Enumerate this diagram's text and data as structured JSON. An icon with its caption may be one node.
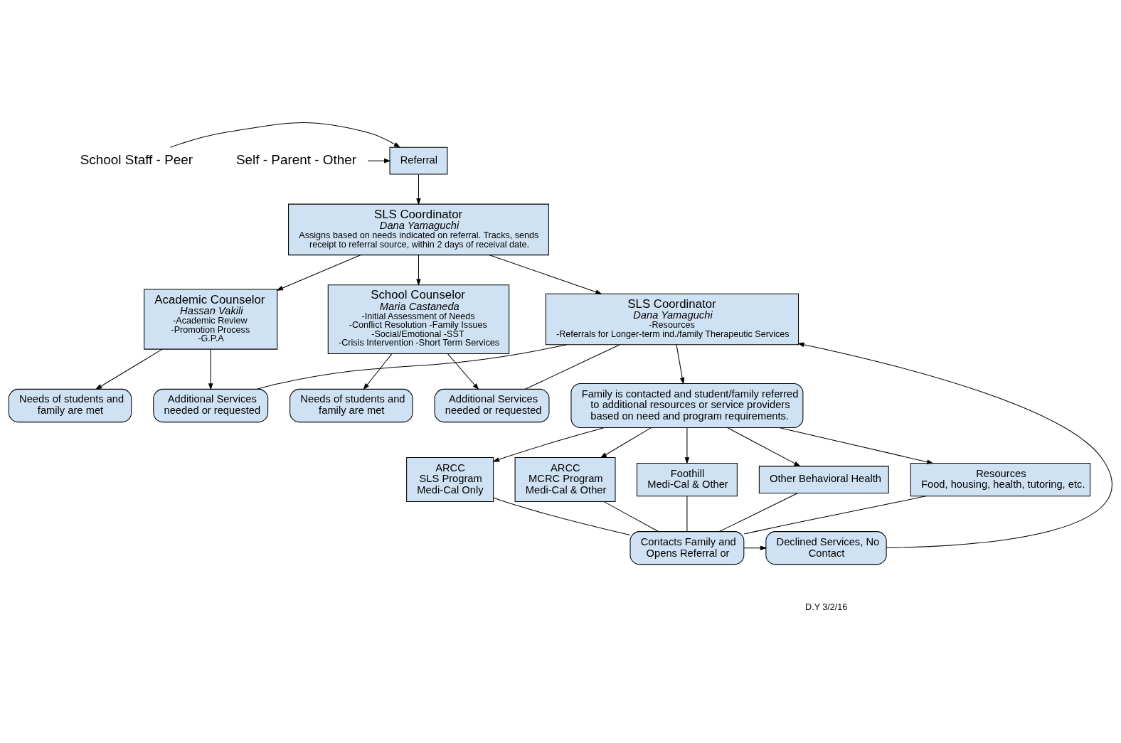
{
  "diagram": {
    "nodes": [
      {
        "text": [
          "School Staff - Peer"
        ]
      },
      {
        "text": [
          "Referral"
        ]
      },
      {
        "text": [
          "Self - Parent - Other"
        ]
      },
      {
        "text": [
          "SLS Coordinator",
          "Dana Yamaguchi",
          "Assigns based on needs indicated on referral. Tracks, sends receipt to referral source, within 2 days of receival date."
        ]
      },
      {
        "text": [
          "Academic Counselor",
          "Hassan Vakili",
          "-Academic Review",
          "-Promotion Process",
          "-G.P.A"
        ]
      },
      {
        "text": [
          "School Counselor",
          "Maria Castaneda",
          "-Initial Assessment of Needs",
          "-Conflict Resolution -Family Issues",
          "-Social/Emotional -SST",
          "-Crisis Intervention -Short Term Services"
        ]
      },
      {
        "text": [
          "SLS Coordinator",
          "Dana Yamaguchi",
          "-Resources",
          "-Referrals for Longer-term ind./family Therapeutic Services"
        ]
      },
      {
        "text": [
          "Needs of students and family are met"
        ]
      },
      {
        "text": [
          "Additional Services needed or requested"
        ]
      },
      {
        "text": [
          "Needs of students and family are met"
        ]
      },
      {
        "text": [
          "Additional Services needed or requested"
        ]
      },
      {
        "text": [
          "Family is contacted and student/family referred to additional resources or service providers based on need and program requirements."
        ]
      },
      {
        "text": [
          "ARCC",
          "SLS Program",
          "Medi-Cal Only"
        ]
      },
      {
        "text": [
          "ARCC",
          "MCRC Program",
          "Medi-Cal & Other"
        ]
      },
      {
        "text": [
          "Foothill",
          "Medi-Cal & Other"
        ]
      },
      {
        "text": [
          "Other Behavioral Health"
        ]
      },
      {
        "text": [
          "Resources",
          "Food, housing, health, tutoring, etc."
        ]
      },
      {
        "text": [
          "Contacts Family and Opens Referral or"
        ]
      },
      {
        "text": [
          "Declined Services, No Contact"
        ]
      }
    ],
    "edges": [
      {
        "from": 0,
        "to": 1,
        "arrow": "to"
      },
      {
        "from": 2,
        "to": 1,
        "arrow": "to"
      },
      {
        "from": 1,
        "to": 3,
        "arrow": "to"
      },
      {
        "from": 3,
        "to": 4,
        "arrow": "to"
      },
      {
        "from": 3,
        "to": 5,
        "arrow": "to"
      },
      {
        "from": 3,
        "to": 6,
        "arrow": "to"
      },
      {
        "from": 4,
        "to": 7,
        "arrow": "to"
      },
      {
        "from": 4,
        "to": 8,
        "arrow": "to"
      },
      {
        "from": 5,
        "to": 9,
        "arrow": "to"
      },
      {
        "from": 5,
        "to": 10,
        "arrow": "to"
      },
      {
        "from": 8,
        "to": 6,
        "arrow": "none"
      },
      {
        "from": 10,
        "to": 6,
        "arrow": "none"
      },
      {
        "from": 6,
        "to": 11,
        "arrow": "to"
      },
      {
        "from": 11,
        "to": 12,
        "arrow": "to"
      },
      {
        "from": 11,
        "to": 13,
        "arrow": "to"
      },
      {
        "from": 11,
        "to": 14,
        "arrow": "to"
      },
      {
        "from": 11,
        "to": 15,
        "arrow": "to"
      },
      {
        "from": 11,
        "to": 16,
        "arrow": "to"
      },
      {
        "from": 12,
        "to": 17,
        "arrow": "none"
      },
      {
        "from": 13,
        "to": 17,
        "arrow": "none"
      },
      {
        "from": 14,
        "to": 17,
        "arrow": "none"
      },
      {
        "from": 15,
        "to": 17,
        "arrow": "none"
      },
      {
        "from": 16,
        "to": 17,
        "arrow": "none"
      },
      {
        "from": 17,
        "to": 18,
        "arrow": "to"
      },
      {
        "from": 18,
        "to": 6,
        "arrow": "to"
      }
    ],
    "labels": [
      "D.Y 3/2/16"
    ]
  }
}
